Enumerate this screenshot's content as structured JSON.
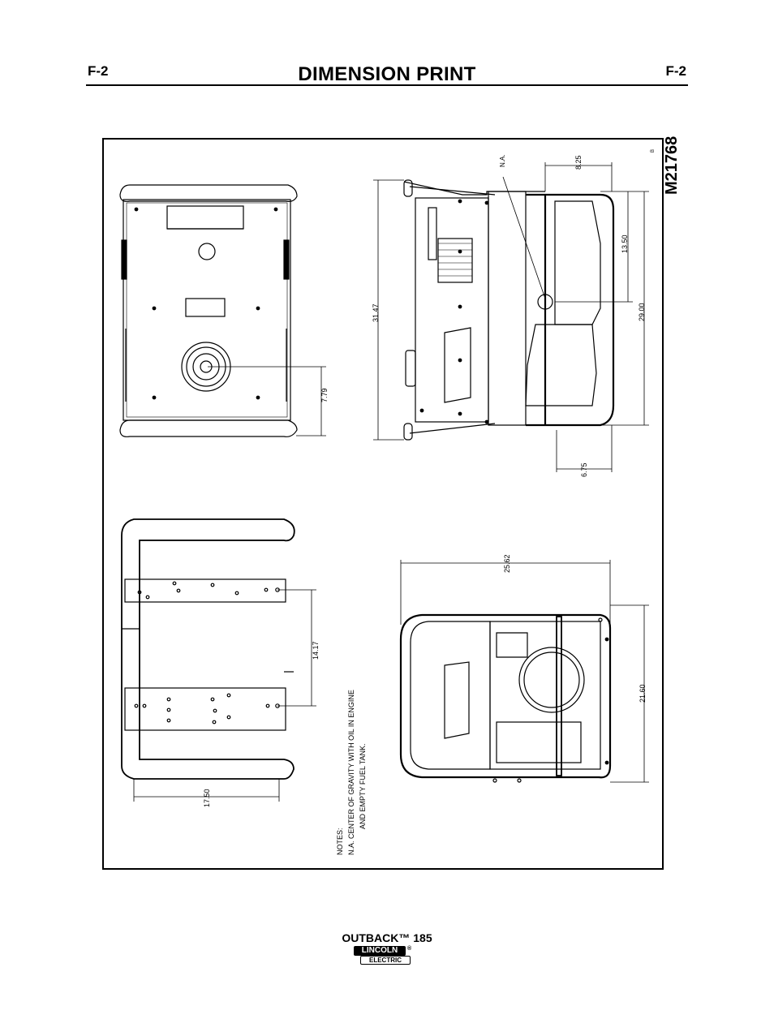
{
  "header": {
    "section_code_left": "F-2",
    "title": "DIMENSION PRINT",
    "section_code_right": "F-2"
  },
  "drawing": {
    "drawing_number": "M21768",
    "revision": "B",
    "na_label": "N.A.",
    "dimensions": {
      "top_left_view_cg_height": "7.79",
      "side_view_overall_length": "31.47",
      "side_view_top_to_cg": "8.25",
      "side_view_cg_to_top_rail": "13.50",
      "side_view_height": "29.00",
      "side_view_bottom_offset": "6.75",
      "bottom_view_mount_spacing": "14.17",
      "bottom_view_frame_width": "17.50",
      "end_view_width": "25.62",
      "end_view_height": "21.60"
    },
    "notes": {
      "heading": "NOTES:",
      "line1": "N.A.  CENTER OF GRAVITY WITH OIL IN ENGINE",
      "line2": "AND EMPTY FUEL TANK."
    }
  },
  "footer": {
    "product": "OUTBACK™ 185",
    "logo_top": "LINCOLN",
    "logo_bottom": "ELECTRIC",
    "logo_mark": "®"
  }
}
